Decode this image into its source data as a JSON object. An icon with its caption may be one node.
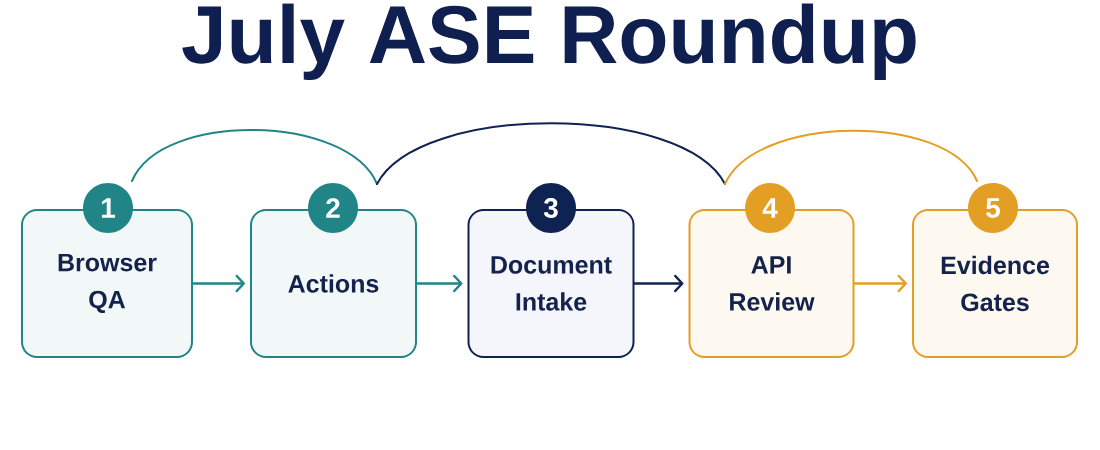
{
  "diagram": {
    "title": "July ASE Roundup",
    "nodes": [
      {
        "text": [
          "1"
        ]
      },
      {
        "text": [
          "Browser QA"
        ]
      },
      {
        "text": [
          "2"
        ]
      },
      {
        "text": [
          "Actions"
        ]
      },
      {
        "text": [
          "3"
        ]
      },
      {
        "text": [
          "Document Intake"
        ]
      },
      {
        "text": [
          "4"
        ]
      },
      {
        "text": [
          "API Review"
        ]
      },
      {
        "text": [
          "5"
        ]
      },
      {
        "text": [
          "Evidence Gates"
        ]
      }
    ],
    "edges": [
      {
        "from": 1,
        "to": 3,
        "arrow": "to",
        "color": "#218587"
      },
      {
        "from": 3,
        "to": 5,
        "arrow": "to",
        "color": "#218587"
      },
      {
        "from": 5,
        "to": 7,
        "arrow": "to",
        "color": "#0f2352"
      },
      {
        "from": 7,
        "to": 9,
        "arrow": "to",
        "color": "#e39e24"
      }
    ]
  }
}
